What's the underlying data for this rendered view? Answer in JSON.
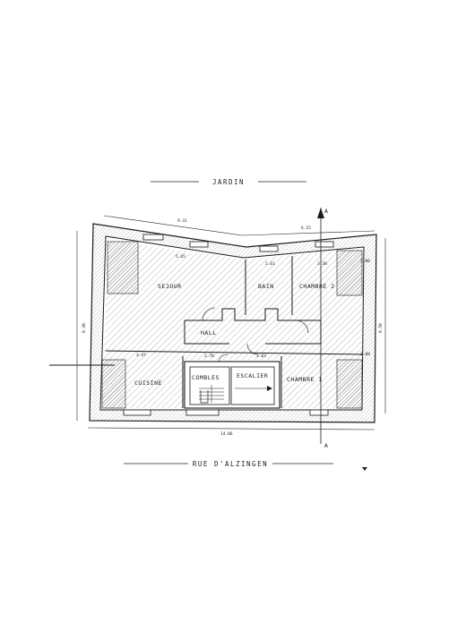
{
  "plan": {
    "top_label": "JARDIN",
    "bottom_label": "RUE D'ALZINGEN",
    "section_marker_top": "A",
    "section_marker_bottom": "A",
    "rooms": {
      "sejour": "SEJOUR",
      "bain": "BAIN",
      "chambre2": "CHAMBRE 2",
      "hall": "HALL",
      "cuisine": "CUISINE",
      "combles": "COMBLES",
      "escalier": "ESCALIER",
      "chambre1": "CHAMBRE 1"
    },
    "dimensions": {
      "top_overall": "9.31",
      "top_right": "6.15",
      "bottom_overall": "14.06",
      "left_height": "8.30",
      "right_height": "8.50",
      "inner_top_left": "5.65",
      "inner_top_mid": "2.61",
      "inner_top_right": "3.38",
      "inner_mid_left": "3.47",
      "inner_mid_center": "2.78",
      "inner_mid_right": "3.03",
      "right_upper": "3.00",
      "right_lower": "3.00"
    },
    "colors": {
      "line": "#1a1a1a",
      "hatch": "#6a6a6a"
    }
  }
}
